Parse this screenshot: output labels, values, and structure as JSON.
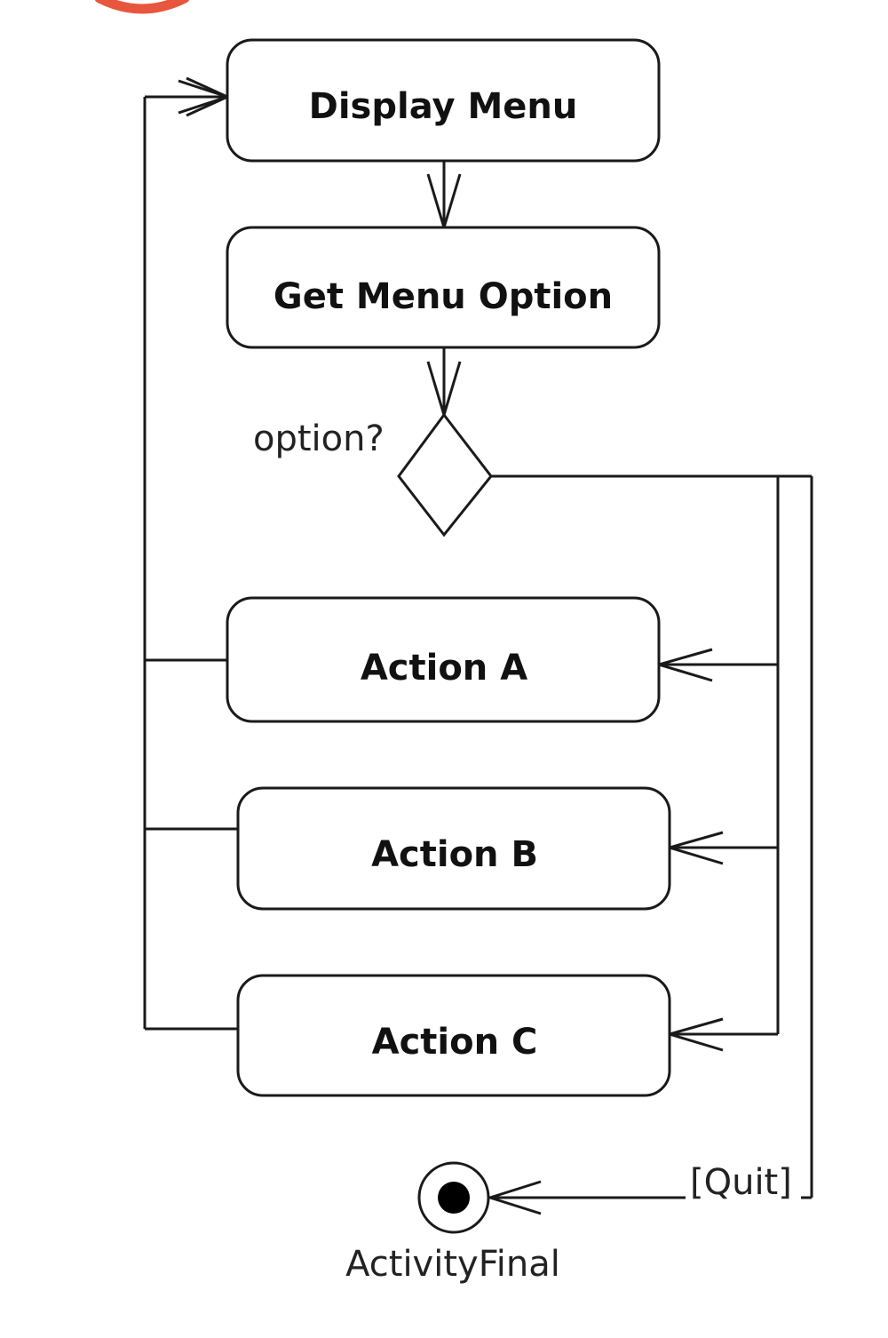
{
  "diagram": {
    "nodes": {
      "display_menu": "Display Menu",
      "get_menu_option": "Get Menu Option",
      "action_a": "Action A",
      "action_b": "Action B",
      "action_c": "Action C"
    },
    "decision": {
      "label": "option?"
    },
    "final": {
      "label": "ActivityFinal",
      "guard": "[Quit]"
    }
  },
  "colors": {
    "badge": "#e8563e",
    "stroke": "#1a1a1a"
  }
}
